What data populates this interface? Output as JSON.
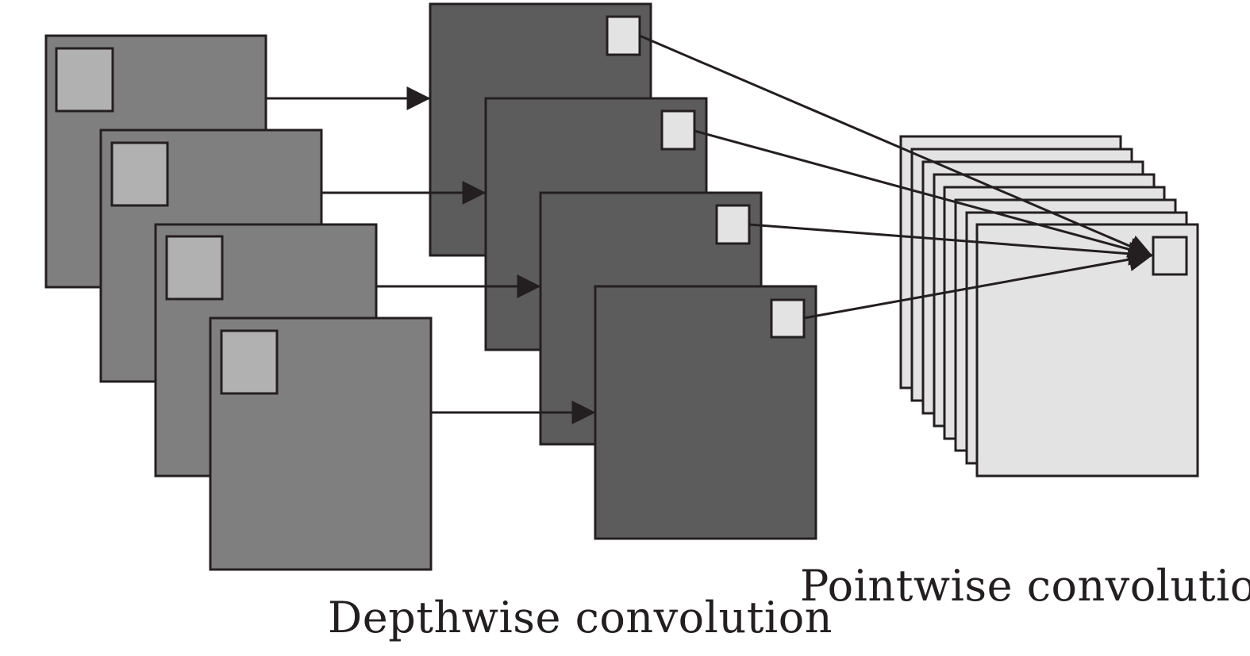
{
  "captions": {
    "depthwise": "Depthwise convolution",
    "pointwise": "Pointwise convolution"
  },
  "colors": {
    "input_channel_fill": "#807f80",
    "input_kernel_fill": "#b1b1b1",
    "depthwise_output_fill": "#5d5c5d",
    "output_cell_fill": "#e3e3e3",
    "stroke": "#231f20",
    "background": "#ffffff"
  },
  "diagram": {
    "input_channel_count": 4,
    "depthwise_output_count": 4,
    "pointwise_output_stack_count": 8
  }
}
